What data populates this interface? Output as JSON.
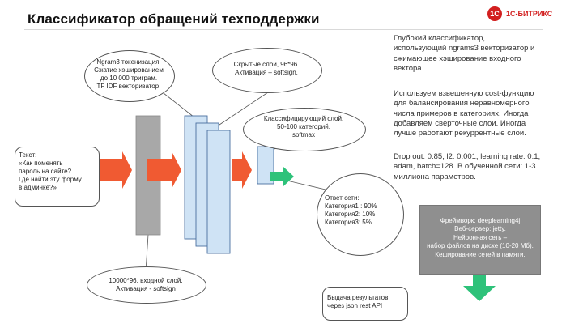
{
  "slide": {
    "title": "Классификатор обращений техподдержки",
    "logo": {
      "mark": "1С",
      "text": "1С-БИТРИКС"
    }
  },
  "callouts": {
    "ngram": "Ngram3 токенизация.\nСжатие хэшированием\nдо 10 000 триграм.\nTF IDF векторизатор.",
    "hidden": "Скрытые слои, 96*96.\nАктивация – softsign.",
    "classifier": "Классифицирующий слой,\n50-100 категорий.\nsoftmax",
    "input_text": "Текст:\n«Как поменять\nпароль на сайте?\nГде найти эту форму\nв админке?»",
    "output": "Ответ сети:\nКатегория1 : 90%\nКатегория2: 10%\nКатегория3: 5%",
    "input_layer": "10000*96, входной слой.\nАктивация - softsign",
    "result": "Выдача результатов\nчерез json rest API"
  },
  "notes": {
    "p1": "Глубокий классификатор,\nиспользующий ngrams3 векторизатор и\nсжимающее хэширование входного\nвектора.",
    "p2": "Используем взвешенную cost-функцию\nдля балансирования неравномерного\nчисла примеров в категориях. Иногда\nдобавляем сверточные слои. Иногда\nлучше работают рекуррентные слои.",
    "p3": "Drop out: 0.85, l2: 0.001, learning rate: 0.1,\nadam, batch=128. В обученной сети: 1-3\nмиллиона параметров."
  },
  "framework": "Фреймворк: deeplearning4j\nВеб-сервер: jetty.\nНейронная сеть –\nнабор файлов на диске (10-20 Мб).\nКешированиe сетей в памяти.",
  "colors": {
    "arrow_orange": "#f05a32",
    "arrow_green": "#2ec27a",
    "layer_gray": "#a8a8a8",
    "layer_blue": "#cfe3f5",
    "layer_border": "#4a6fa0",
    "framework_box": "#8f8f8f"
  }
}
